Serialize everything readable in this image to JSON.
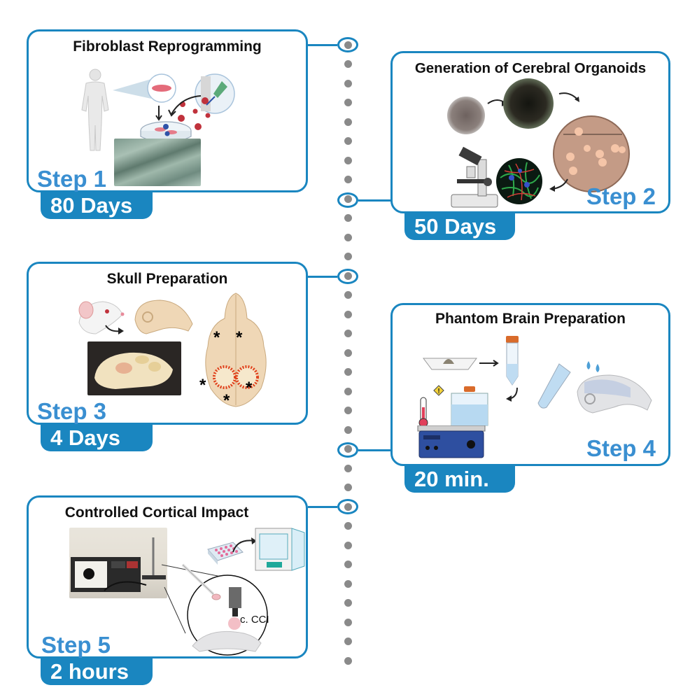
{
  "figure": {
    "accent_color": "#1a86c0",
    "step_text_color": "#3a8fd1",
    "timeline_dot_color": "#8a8a8a"
  },
  "steps": [
    {
      "title": "Fibroblast Reprogramming",
      "step_label": "Step 1",
      "duration": "80 Days",
      "illustrations": [
        "human-body-icon",
        "fibroblast-cell-icon",
        "petri-dish-icon",
        "virus-particles-icon",
        "pipette-icon",
        "ipsc-colony-micrograph"
      ]
    },
    {
      "title": "Generation of Cerebral Organoids",
      "step_label": "Step 2",
      "duration": "50 Days",
      "illustrations": [
        "embryoid-body-micrograph",
        "neuroepithelium-micrograph",
        "organoids-in-dish-photo",
        "microscope-icon",
        "immunofluorescence-image"
      ]
    },
    {
      "title": "Skull Preparation",
      "step_label": "Step 3",
      "duration": "4 Days",
      "illustrations": [
        "mouse-head-icon",
        "mouse-skull-side-icon",
        "skull-photo",
        "skull-top-view-icon"
      ],
      "markers": [
        "*",
        "*",
        "*",
        "*",
        "*"
      ]
    },
    {
      "title": "Phantom Brain Preparation",
      "step_label": "Step 4",
      "duration": "20 min.",
      "illustrations": [
        "weigh-boat-icon",
        "falcon-tube-icon",
        "hot-plate-icon",
        "thermometer-icon",
        "warning-icon",
        "beaker-icon",
        "pouring-tube-icon",
        "water-drops-icon",
        "skull-mold-icon"
      ],
      "warning_symbol": "!"
    },
    {
      "title": "Controlled Cortical Impact",
      "step_label": "Step 5",
      "duration": "2 hours",
      "illustrations": [
        "cci-device-photo",
        "well-plate-icon",
        "incubator-icon",
        "spatula-icon",
        "impactor-icon",
        "skull-icon"
      ],
      "impact_label": "c. CCI"
    }
  ]
}
